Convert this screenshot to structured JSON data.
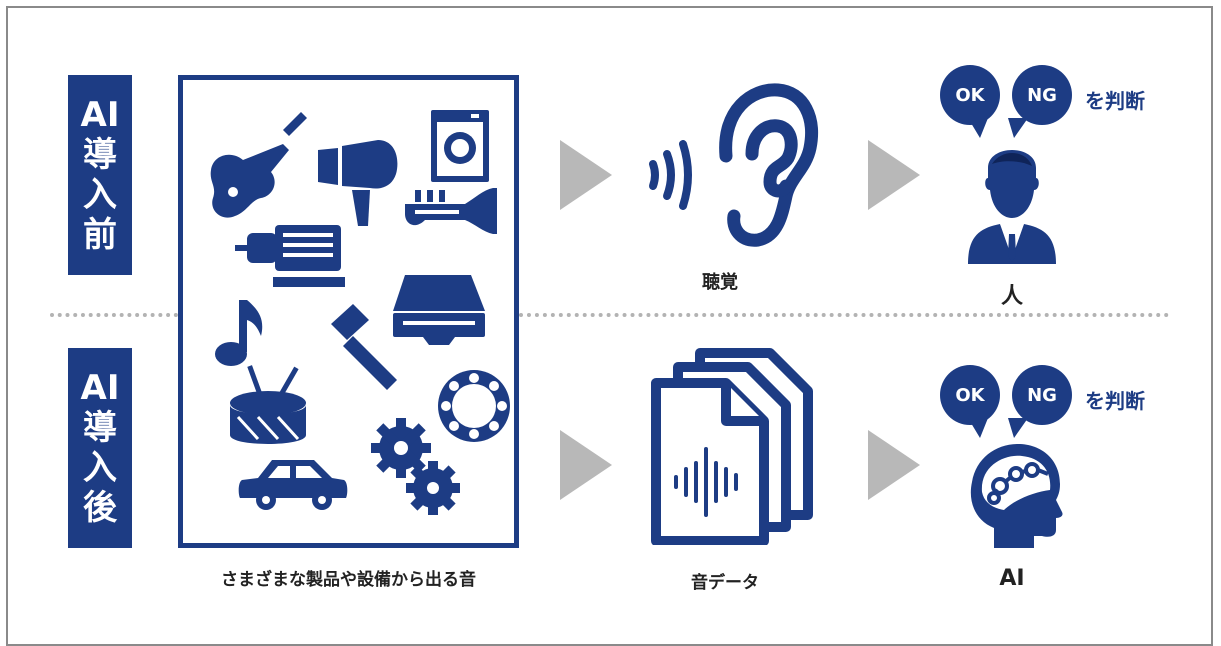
{
  "labels": {
    "before": [
      "AI",
      "導",
      "入",
      "前"
    ],
    "after": [
      "AI",
      "導",
      "入",
      "後"
    ]
  },
  "captions": {
    "products": "さまざまな製品や設備から出る音",
    "hearing": "聴覚",
    "person": "人",
    "sound_data": "音データ",
    "ai": "AI"
  },
  "judgment": {
    "ok": "OK",
    "ng": "NG",
    "suffix": "を判断"
  },
  "icons": [
    "guitar-icon",
    "hair-dryer-icon",
    "washing-machine-icon",
    "trumpet-icon",
    "motor-icon",
    "disc-drive-icon",
    "music-note-icon",
    "hammer-icon",
    "drum-icon",
    "bearing-icon",
    "gears-icon",
    "car-icon",
    "ear-icon",
    "sound-waves-icon",
    "businessman-icon",
    "sound-files-icon",
    "ai-head-icon",
    "arrow-icon"
  ],
  "colors": {
    "navy": "#1d3c84",
    "arrow_gray": "#b8b8b8",
    "divider": "#b3b3b3",
    "frame": "#8a8a8a"
  }
}
